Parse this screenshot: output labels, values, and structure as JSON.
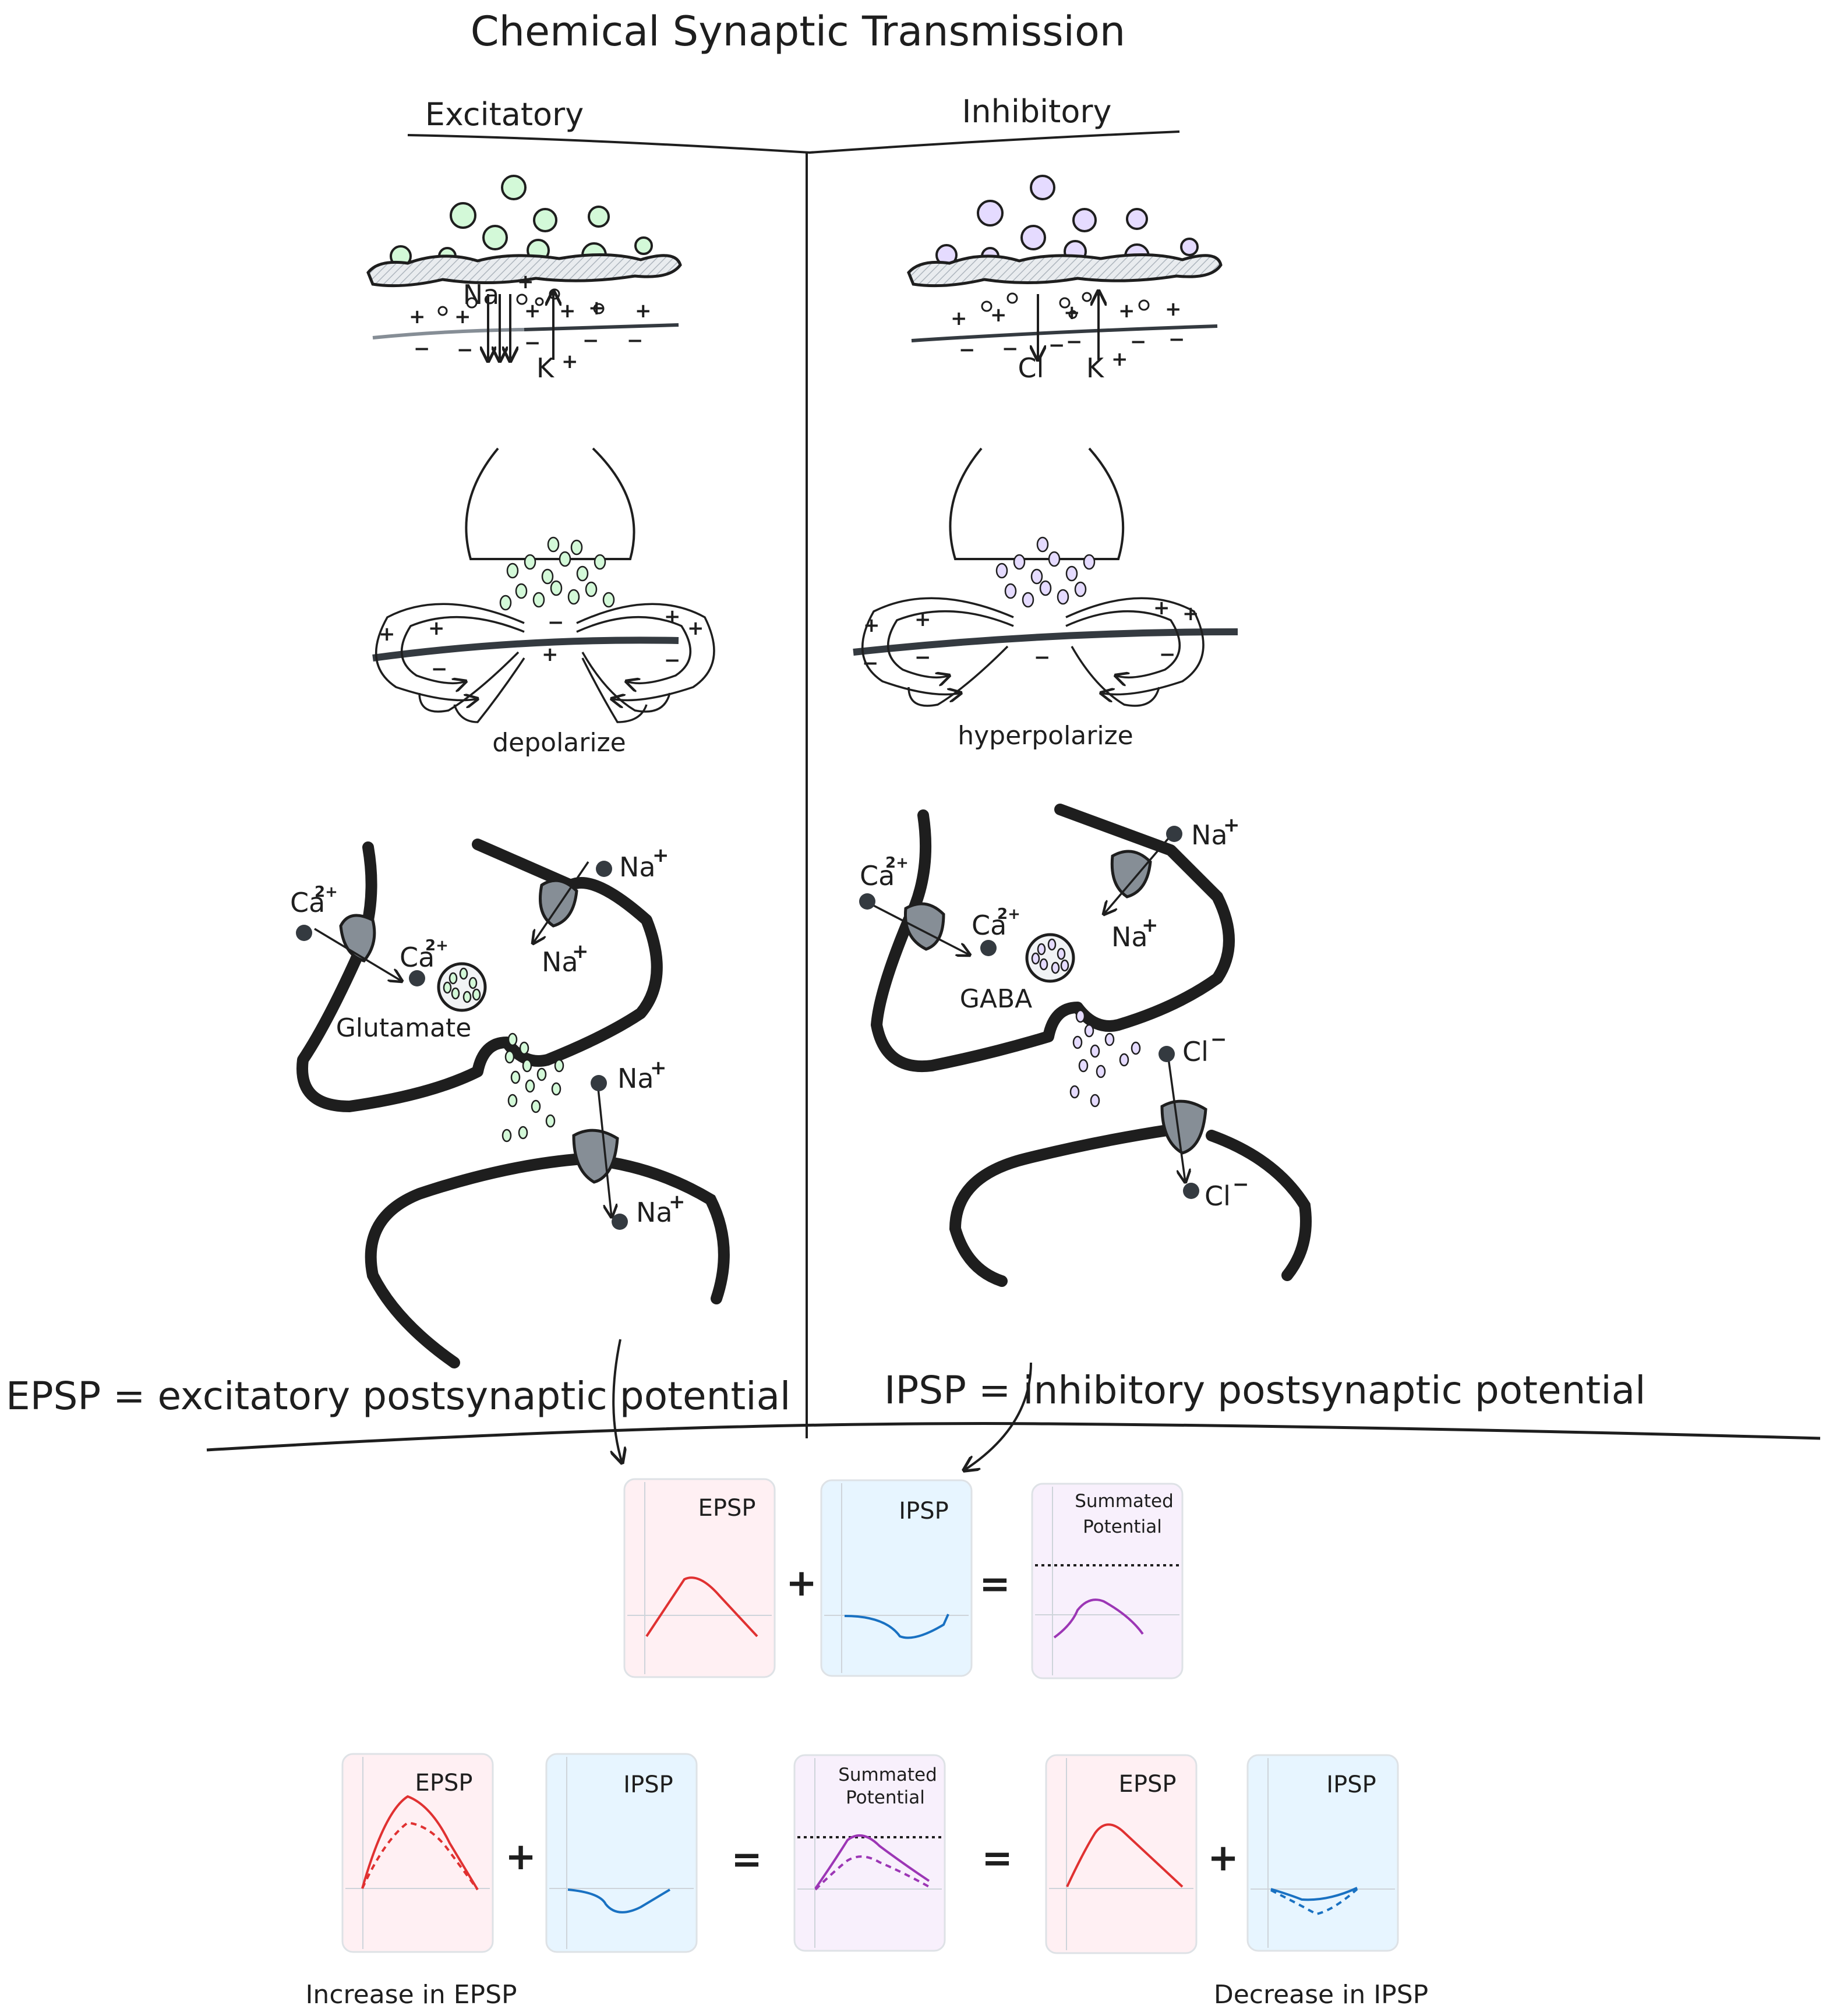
{
  "title": "Chemical Synaptic Transmission",
  "columns": {
    "excitatory": "Excitatory",
    "inhibitory": "Inhibitory"
  },
  "ions": {
    "na": "Na",
    "k": "K",
    "cl": "Cl",
    "ca": "Ca",
    "plus": "+",
    "minus": "−",
    "two_plus": "2+"
  },
  "labels": {
    "depolarize": "depolarize",
    "hyperpolarize": "hyperpolarize",
    "glutamate": "Glutamate",
    "gaba": "GABA"
  },
  "definitions": {
    "epsp": "EPSP = excitatory postsynaptic potential",
    "ipsp": "IPSP = inhibitory postsynaptic potential"
  },
  "cards": {
    "epsp": "EPSP",
    "ipsp": "IPSP",
    "summated_line1": "Summated",
    "summated_line2": "Potential"
  },
  "operators": {
    "plus": "+",
    "equals": "="
  },
  "captions": {
    "increase_epsp": "Increase in EPSP",
    "decrease_ipsp": "Decrease in IPSP"
  },
  "colors": {
    "ink": "#1e1e1e",
    "excitatory_vesicle": "#d3f9d8",
    "inhibitory_vesicle": "#e5dbff",
    "epsp_curve": "#e03131",
    "ipsp_curve": "#1971c2",
    "summated_curve": "#9c36b5",
    "epsp_card": "#fff0f3",
    "ipsp_card": "#e7f5ff",
    "summated_card": "#f8f0fc",
    "channel": "#868e96"
  }
}
